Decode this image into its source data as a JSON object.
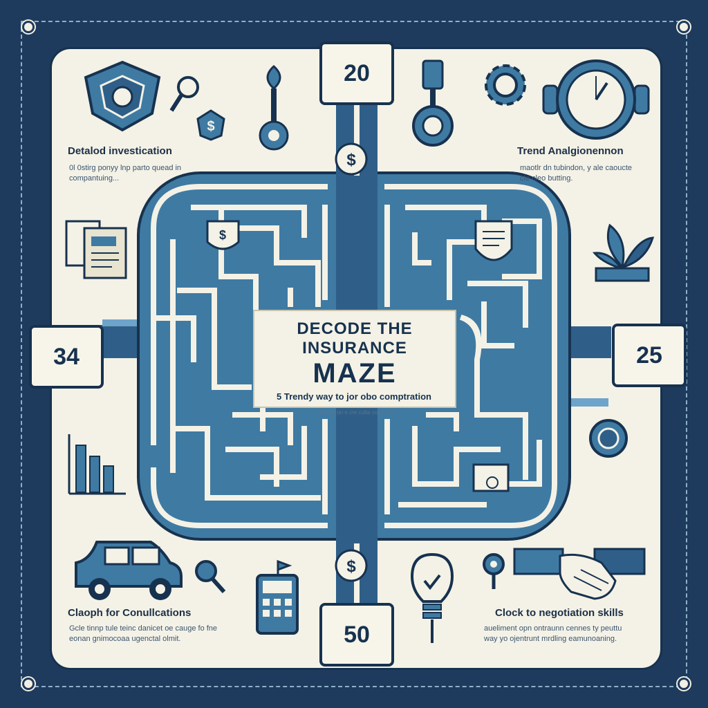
{
  "title": {
    "line1": "DECODE THE",
    "line2": "INSURANCE",
    "line3": "MAZE",
    "subtitle": "5 Trendy way to jor obo comptration",
    "fine_print": "aldang on e cre cutte cone era"
  },
  "numbers": {
    "top": "20",
    "left": "34",
    "right": "25",
    "bottom": "50"
  },
  "sections": {
    "top_left": {
      "title": "Detalod investication",
      "desc": "0l 0stirg ponyy lnp parto quead in compantuing..."
    },
    "top_right": {
      "title": "Trend Analgionennon",
      "desc": "maotlr dn tubindon, y ale caoucte cle cleo butting."
    },
    "bottom_left": {
      "title": "Claoph for Conullcations",
      "desc": "Gcle tinnp tule teinc danicet oe cauge fo fne eonan gnimocoaa ugenctal olmit."
    },
    "bottom_right": {
      "title": "Clock to negotiation skills",
      "desc": "aueliment opn ontraunn cennes ty peuttu way yo ojentrunt mrdling eamunoaning."
    }
  },
  "colors": {
    "background": "#1e3a5c",
    "panel": "#f4f2e6",
    "maze_fill": "#3f7aa3",
    "maze_wall": "#f4f2e6",
    "ink": "#17324f"
  }
}
